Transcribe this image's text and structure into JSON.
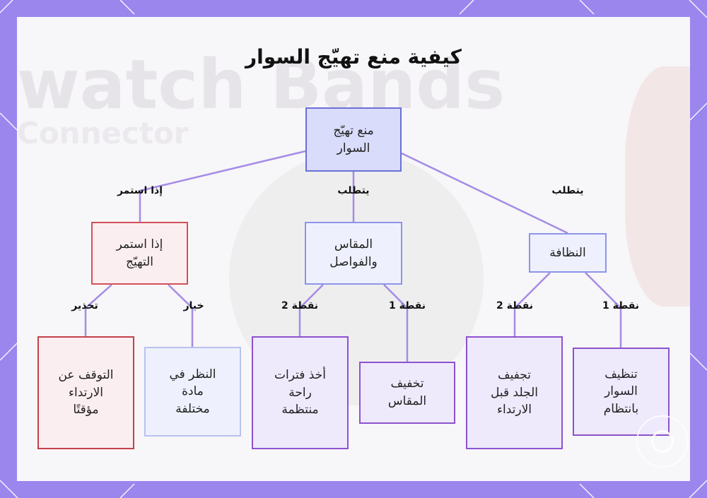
{
  "title": "كيفية منع تهيّج السوار",
  "background": {
    "watermark_line1": "watch Bands",
    "watermark_line2": "Connector"
  },
  "nodes": {
    "root": "منع تهيّج\nالسوار",
    "cleanliness": "النظافة",
    "size": "المقاس\nوالفواصل",
    "persist": "إذا استمر\nالتهيّج",
    "clean_band": "تنظيف\nالسوار\nبانتظام",
    "dry_skin": "تجفيف\nالجلد قبل\nالارتداء",
    "loosen": "تخفيف\nالمقاس",
    "breaks": "أخذ فترات\nراحة\nمنتظمة",
    "material": "النظر في\nمادة\nمختلفة",
    "stop": "التوقف عن\nالارتداء\nمؤقتًا"
  },
  "edge_labels": {
    "requires_right": "يتطلب",
    "requires_mid": "يتطلب",
    "if_persists": "إذا استمر",
    "point1_a": "نقطة 1",
    "point2_a": "نقطة 2",
    "point1_b": "نقطة 1",
    "point2_b": "نقطة 2",
    "option": "خيار",
    "warning": "تحذير"
  },
  "colors": {
    "frame": "#9b86ee",
    "edge": "#a58be6",
    "root_fill": "#d9dcfb",
    "warning_border": "#d2505a",
    "tip_border": "#8d52cf"
  }
}
